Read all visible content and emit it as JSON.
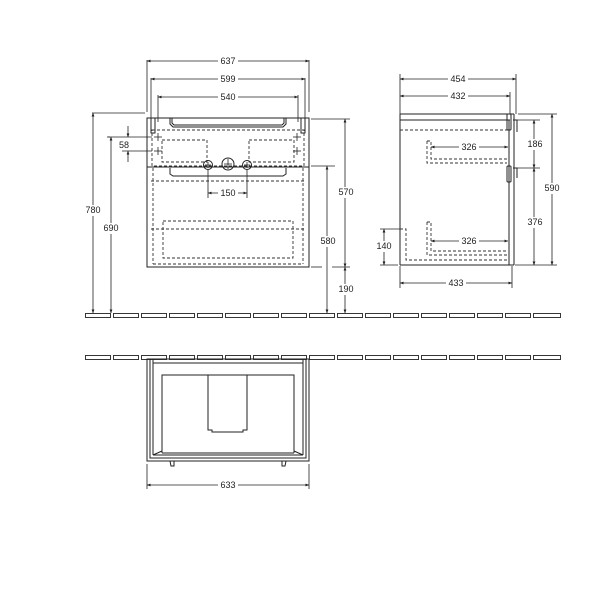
{
  "drawing": {
    "type": "technical-drawing",
    "subject": "vanity unit with sink, dimensioned views (mm)",
    "views": {
      "front": {
        "dimensions": {
          "overall_width": "637",
          "inner_width": "599",
          "basin_width": "540",
          "tap_hole_vertical": "58",
          "drain_spacing": "150",
          "height_to_top": "780",
          "height_to_basin": "690",
          "cabinet_height": "570",
          "lower_height": "580",
          "floor_clearance": "190"
        }
      },
      "side": {
        "dimensions": {
          "overall_depth": "454",
          "cabinet_depth": "432",
          "upper_drawer_depth": "326",
          "lower_drawer_depth": "326",
          "bottom_depth": "433",
          "upper_height": "186",
          "lower_height": "376",
          "total_height": "590",
          "back_cutout_height": "140"
        }
      },
      "top": {
        "dimensions": {
          "width": "633"
        }
      }
    },
    "colors": {
      "line": "#222222",
      "background": "#ffffff"
    }
  }
}
